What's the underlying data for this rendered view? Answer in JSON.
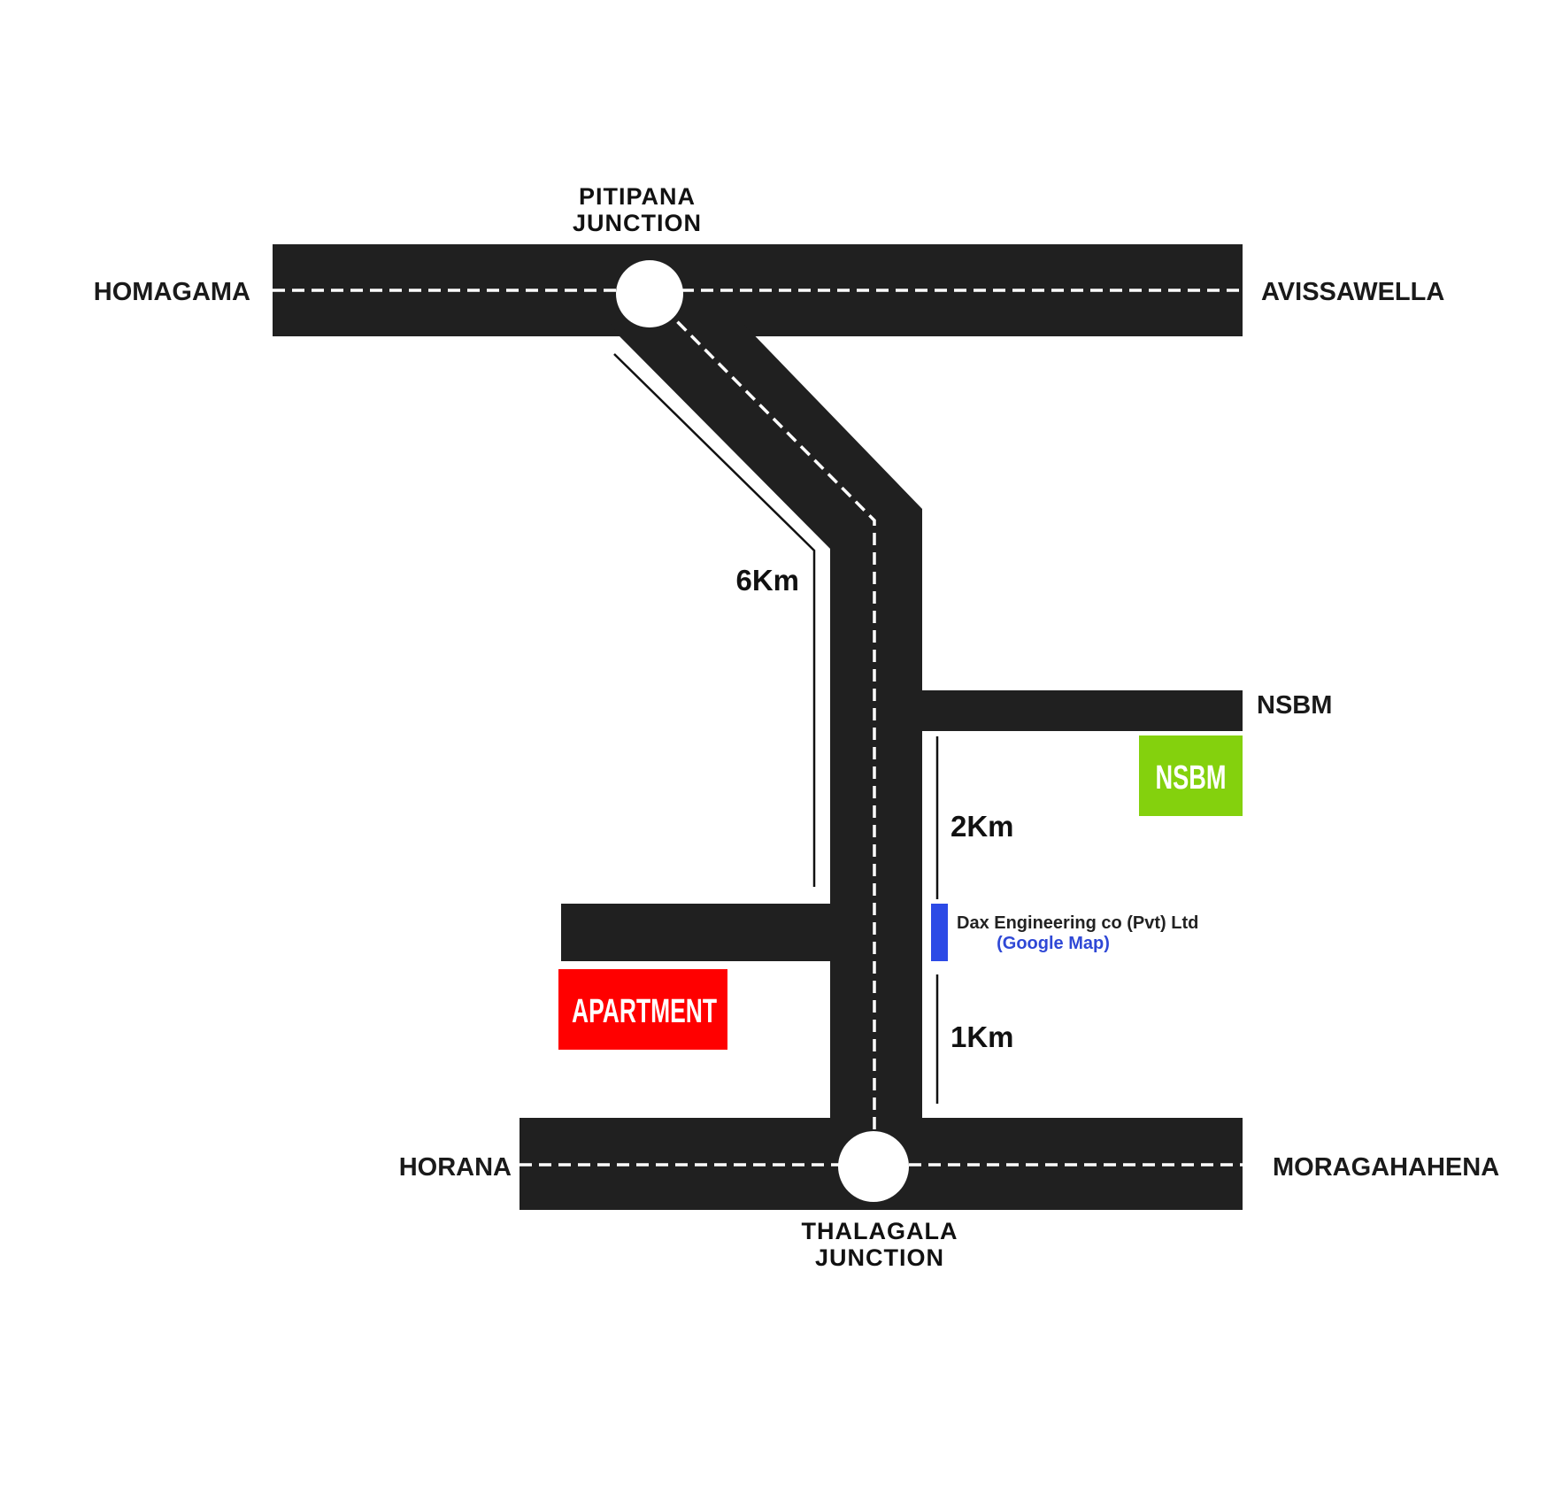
{
  "places": {
    "homagama": "HOMAGAMA",
    "avissawella": "AVISSAWELLA",
    "horana": "HORANA",
    "moragahahena": "MORAGAHAHENA",
    "nsbm_road": "NSBM"
  },
  "junctions": {
    "pitipana": {
      "line1": "PITIPANA",
      "line2": "JUNCTION"
    },
    "thalagala": {
      "line1": "THALAGALA",
      "line2": "JUNCTION"
    }
  },
  "distances": {
    "pitipana_to_apartment": "6Km",
    "nsbm_to_dax": "2Km",
    "dax_to_thalagala": "1Km"
  },
  "landmarks": {
    "nsbm": {
      "label": "NSBM",
      "color": "#84d10d"
    },
    "apartment": {
      "label": "APARTMENT",
      "color": "#ff0000"
    },
    "dax": {
      "name": "Dax Engineering co (Pvt) Ltd",
      "link_text": "(Google Map)",
      "marker_color": "#2c4ae6",
      "link_color": "#2f48d6"
    }
  },
  "colors": {
    "road": "#202020",
    "centre_line": "#ffffff",
    "background": "#ffffff"
  }
}
